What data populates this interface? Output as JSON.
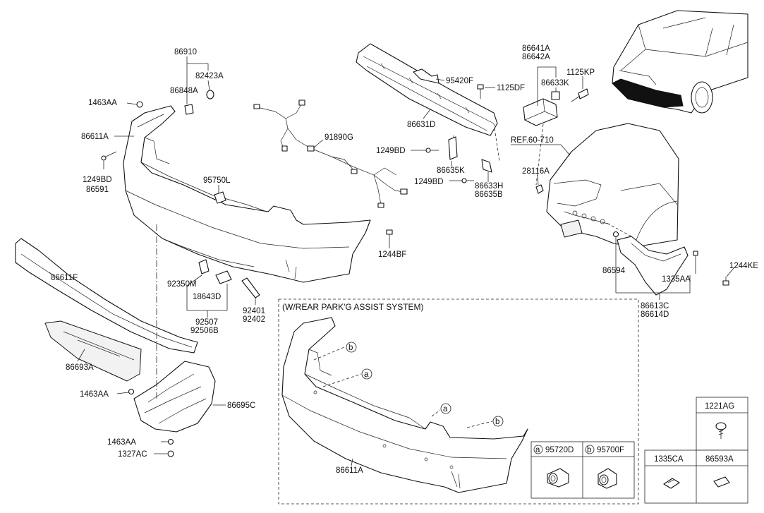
{
  "reference": "REF.60-710",
  "inset_title": "(W/REAR PARK'G ASSIST SYSTEM)",
  "callouts": {
    "a": "a",
    "b": "b"
  },
  "labels": {
    "l_86910": "86910",
    "l_82423A": "82423A",
    "l_86848A": "86848A",
    "l_1463AA_top": "1463AA",
    "l_86611A_top": "86611A",
    "l_1249BD_left": "1249BD",
    "l_86591": "86591",
    "l_95750L": "95750L",
    "l_91890G": "91890G",
    "l_1244BF": "1244BF",
    "l_86611F": "86611F",
    "l_92350M": "92350M",
    "l_18643D": "18643D",
    "l_92507": "92507",
    "l_92506B": "92506B",
    "l_92401": "92401",
    "l_92402": "92402",
    "l_86693A": "86693A",
    "l_1463AA_mid": "1463AA",
    "l_86695C": "86695C",
    "l_1463AA_low": "1463AA",
    "l_1327AC": "1327AC",
    "l_95420F": "95420F",
    "l_1125DF": "1125DF",
    "l_86631D": "86631D",
    "l_1249BD_mid": "1249BD",
    "l_86635K": "86635K",
    "l_1249BD_low": "1249BD",
    "l_86633H": "86633H",
    "l_86635B": "86635B",
    "l_86641A": "86641A",
    "l_86642A": "86642A",
    "l_86633K": "86633K",
    "l_1125KP": "1125KP",
    "l_28116A": "28116A",
    "l_86594": "86594",
    "l_1335AA": "1335AA",
    "l_1244KE": "1244KE",
    "l_86613C": "86613C",
    "l_86614D": "86614D",
    "l_86611A_inset": "86611A"
  },
  "legend_sensors": {
    "a_part": "95720D",
    "b_part": "95700F"
  },
  "legend_fasteners": {
    "p1": "1221AG",
    "p2": "1335CA",
    "p3": "86593A"
  }
}
